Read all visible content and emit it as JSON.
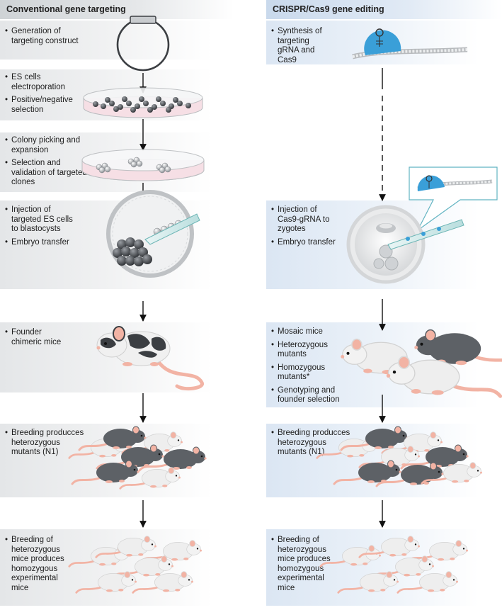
{
  "columns": [
    {
      "title": "Conventional gene targeting",
      "steps": [
        {
          "items": [
            "Generation of targeting construct"
          ]
        },
        {
          "items": [
            "ES cells electroporation",
            "Positive/negative selection"
          ]
        },
        {
          "items": [
            "Colony picking and expansion",
            "Selection and validation of targeted clones"
          ]
        },
        {
          "items": [
            "Injection of targeted ES cells to blastocysts",
            "Embryo transfer"
          ]
        },
        {
          "items": [
            "Founder chimeric mice"
          ]
        },
        {
          "items": [
            "Breeding producces heterozygous mutants (N1)"
          ]
        },
        {
          "items": [
            "Breeding of heterozygous mice produces homozygous experimental mice"
          ]
        }
      ]
    },
    {
      "title": "CRISPR/Cas9 gene editing",
      "steps": [
        {
          "items": [
            "Synthesis of targeting gRNA and Cas9"
          ]
        },
        {
          "items": [
            "Injection of Cas9-gRNA to zygotes",
            "Embryo transfer"
          ]
        },
        {
          "items": [
            "Mosaic mice",
            "Heterozygous mutants",
            "Homozygous mutants*",
            "Genotyping and founder selection"
          ]
        },
        {
          "items": [
            "Breeding producces heterozygous mutants (N1)"
          ]
        },
        {
          "items": [
            "Breeding of heterozygous mice produces homozygous experimental mice"
          ]
        }
      ]
    }
  ],
  "colors": {
    "left_band": "#e4e6e8",
    "right_band": "#dbe6f3",
    "cas9_blue": "#3a9fd8",
    "mouse_grey": "#5d6166",
    "mouse_white": "#eeeeee",
    "mouse_pink": "#f2b3a4",
    "dish_pink": "#f3d2da"
  }
}
